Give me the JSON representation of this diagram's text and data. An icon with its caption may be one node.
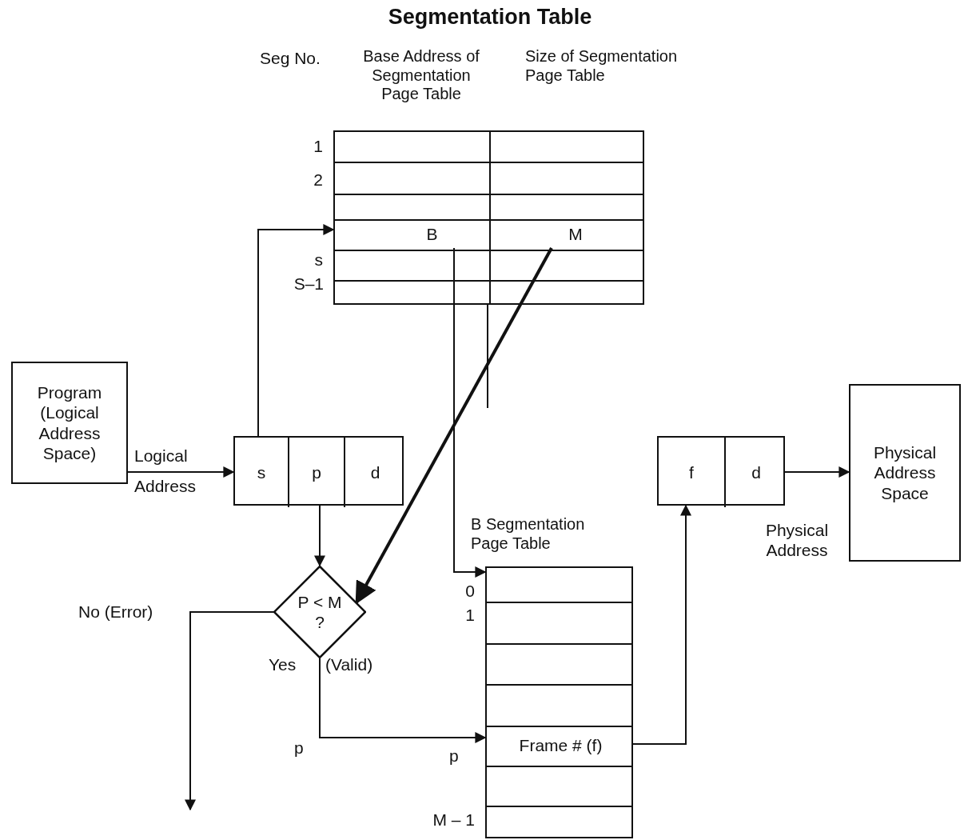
{
  "diagram": {
    "title": "Segmentation Table",
    "nodes": [
      {
        "text": [
          "Program (Logical Address Space)"
        ]
      },
      {
        "text": [
          "Base Address of Segmentation Page Table",
          "Size of Segmentation Page Table"
        ]
      },
      {
        "text": [
          "B"
        ],
        "in": 1
      },
      {
        "text": [
          "M"
        ],
        "in": 1
      },
      {
        "text": [],
        "shape": "box"
      },
      {
        "text": [
          "s"
        ],
        "in": 4
      },
      {
        "text": [
          "p"
        ],
        "in": 4
      },
      {
        "text": [
          "d"
        ],
        "in": 4
      },
      {
        "text": [
          "P < M ?"
        ]
      },
      {
        "text": [
          "B Segmentation Page Table"
        ]
      },
      {
        "text": [
          "Frame # (f)"
        ],
        "in": 9
      },
      {
        "text": [],
        "shape": "box"
      },
      {
        "text": [
          "f"
        ],
        "in": 11
      },
      {
        "text": [
          "d"
        ],
        "in": 11
      },
      {
        "text": [
          "Physical Address Space"
        ]
      }
    ],
    "edges": [
      {
        "from": 0,
        "to": 4,
        "arrow": "to",
        "label": "Logical Address"
      },
      {
        "from": 5,
        "to": 1,
        "arrow": "to"
      },
      {
        "from": 2,
        "to": 9,
        "arrow": "to"
      },
      {
        "from": 3,
        "to": 8,
        "arrow": "to",
        "style": "thick"
      },
      {
        "from": 6,
        "to": 8,
        "arrow": "to"
      },
      {
        "from": 8,
        "to": null,
        "arrow": "to",
        "label": "No (Error)"
      },
      {
        "from": 8,
        "to": 10,
        "arrow": "to",
        "label": "Yes"
      },
      {
        "from": 10,
        "to": 12,
        "arrow": "to"
      },
      {
        "from": 11,
        "to": 14,
        "arrow": "to",
        "label": "Physical Address"
      }
    ],
    "labels": [
      "Seg No.",
      "1",
      "2",
      "s",
      "S–1",
      "(Valid)",
      "p",
      "p",
      "0",
      "1",
      "M – 1"
    ]
  }
}
